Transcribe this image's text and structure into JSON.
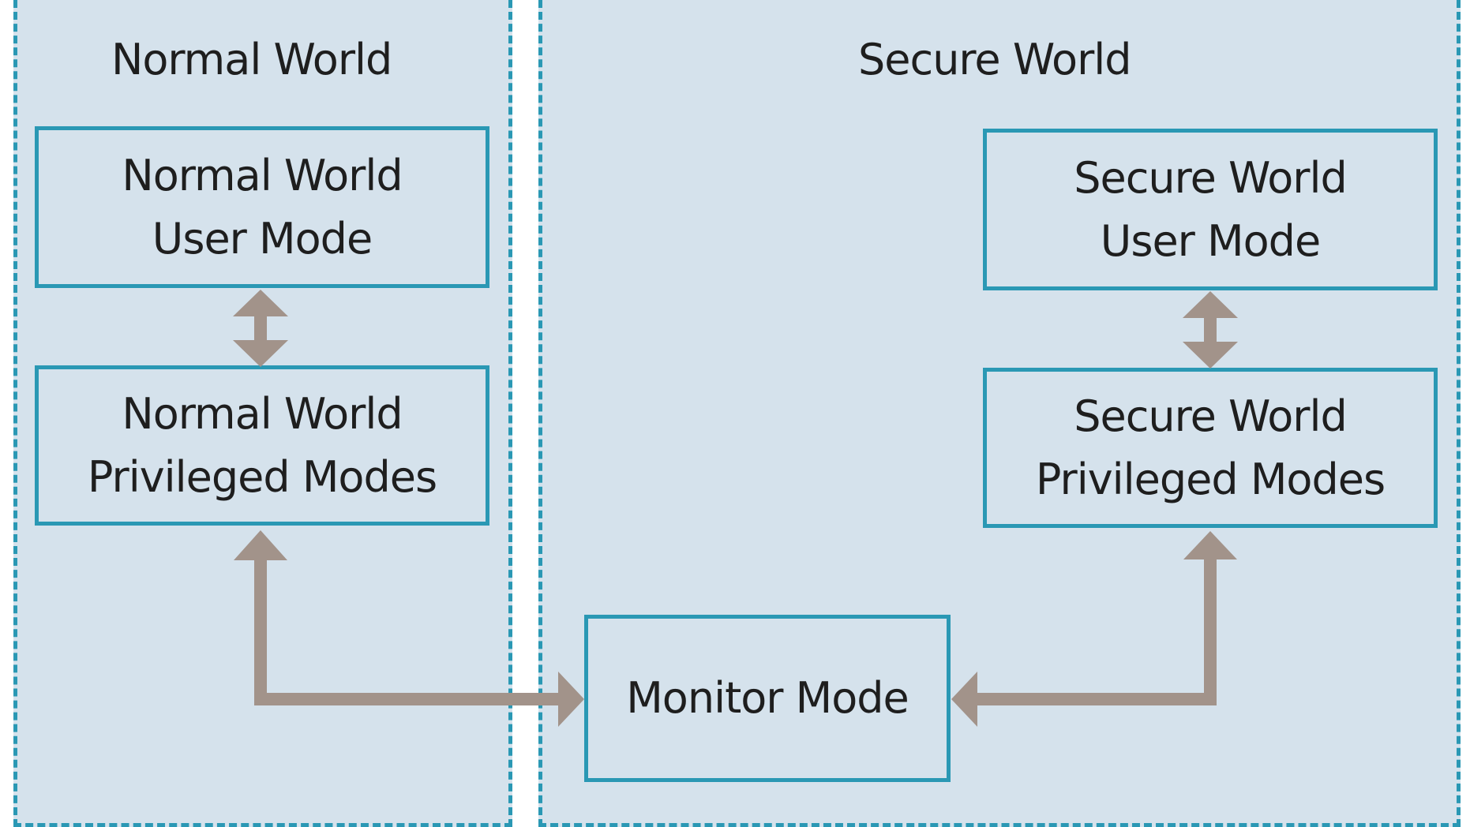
{
  "normal_world": {
    "title": "Normal World",
    "user_mode": {
      "line1": "Normal World",
      "line2": "User Mode"
    },
    "privileged_modes": {
      "line1": "Normal World",
      "line2": "Privileged Modes"
    }
  },
  "secure_world": {
    "title": "Secure World",
    "user_mode": {
      "line1": "Secure World",
      "line2": "User Mode"
    },
    "privileged_modes": {
      "line1": "Secure World",
      "line2": "Privileged Modes"
    }
  },
  "monitor": {
    "label": "Monitor Mode"
  },
  "colors": {
    "background": "#d5e2ec",
    "border": "#2a98b4",
    "arrow": "#a2938a",
    "text": "#1e1e1e"
  }
}
